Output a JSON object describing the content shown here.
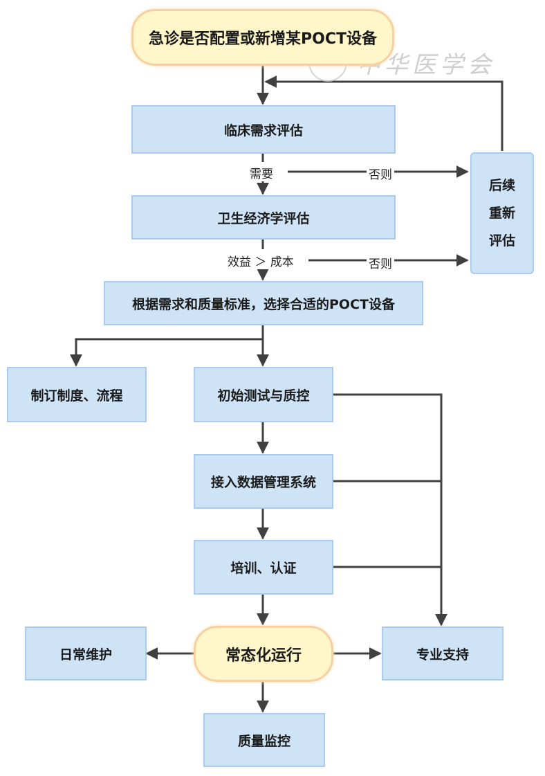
{
  "nodes": {
    "start": "急诊是否配置或新增某POCT设备",
    "clinical": "临床需求评估",
    "health_econ": "卫生经济学评估",
    "select": "根据需求和质量标准，选择合适的POCT设备",
    "rules": "制订制度、流程",
    "initial_test": "初始测试与质控",
    "data_system": "接入数据管理系统",
    "training": "培训、认证",
    "normal_op": "常态化运行",
    "daily_maint": "日常维护",
    "pro_support": "专业支持",
    "quality": "质量监控",
    "reeval": "后续重新评估"
  },
  "labels": {
    "need": "需要",
    "otherwise": "否则",
    "benefit": "效益 ＞ 成本"
  },
  "watermark": {
    "text": "中华医学会"
  },
  "colors": {
    "box_fill": "#cfe3f6",
    "box_border": "#a9cbee",
    "pill_fill": "#fff6c9",
    "pill_border": "#f7cfa0",
    "arrow": "#404040"
  }
}
